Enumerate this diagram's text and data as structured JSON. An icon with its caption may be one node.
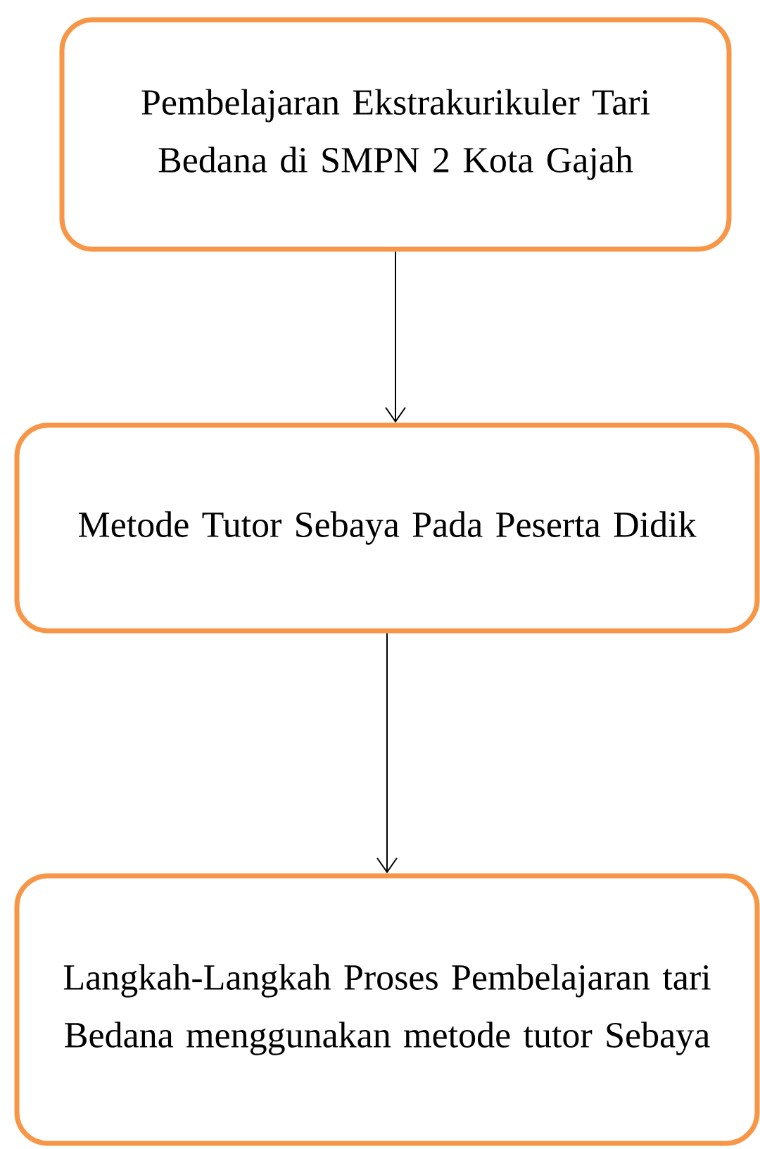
{
  "diagram": {
    "nodes": [
      {
        "text": [
          "Pembelajaran Ekstrakurikuler Tari Bedana di SMPN 2 Kota Gajah"
        ]
      },
      {
        "text": [
          "Metode Tutor Sebaya Pada Peserta Didik"
        ]
      },
      {
        "text": [
          "Langkah-Langkah Proses Pembelajaran tari Bedana menggunakan metode tutor Sebaya"
        ]
      }
    ],
    "edges": [
      {
        "from": 0,
        "to": 1,
        "arrow": "to"
      },
      {
        "from": 1,
        "to": 2,
        "arrow": "to"
      }
    ]
  }
}
